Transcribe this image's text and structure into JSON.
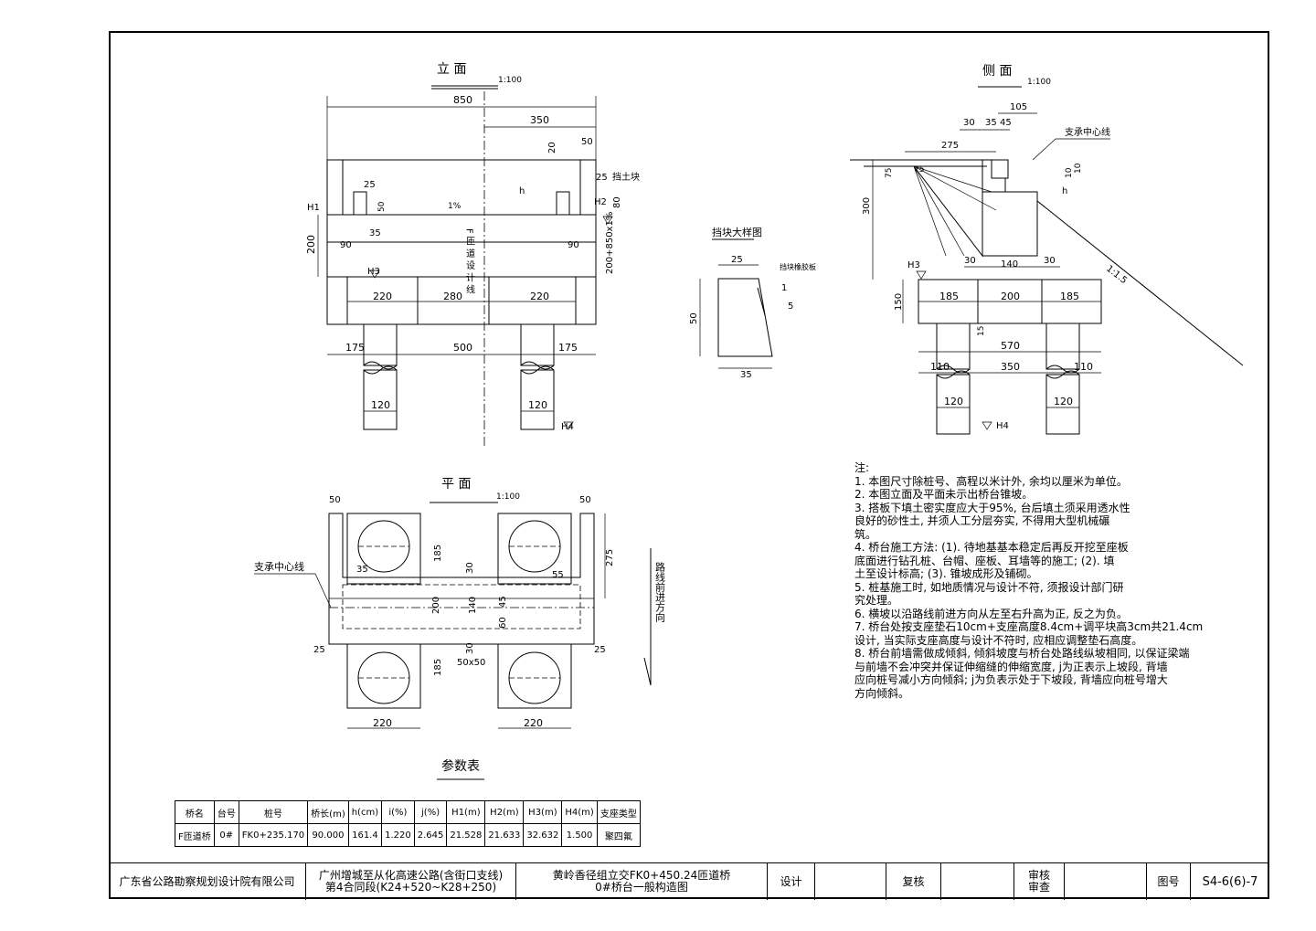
{
  "views": {
    "elevation": {
      "title": "立  面",
      "scale": "1:100"
    },
    "side": {
      "title": "侧  面",
      "scale": "1:100"
    },
    "plan": {
      "title": "平  面",
      "scale": "1:100"
    },
    "detail": {
      "title": "挡块大样图"
    }
  },
  "elevation_labels": {
    "overall": "850",
    "half": "350",
    "d50a": "50",
    "d20": "20",
    "d25a": "25",
    "block": "挡土块",
    "d25b": "25",
    "d50b": "50",
    "h1": "H1",
    "h2": "H2",
    "h3": "H3",
    "h4": "H4",
    "d35": "35",
    "d90a": "90",
    "d90b": "90",
    "d200": "200",
    "d80": "80",
    "slope": "1%",
    "h": "h",
    "rdesign": "200+850x1%",
    "b220a": "220",
    "b280": "280",
    "b220b": "220",
    "d175a": "175",
    "d500": "500",
    "d175b": "175",
    "p120a": "120",
    "p120b": "120",
    "vline": "F 匝 道 设 计 线"
  },
  "detail_labels": {
    "d25": "25",
    "d50": "50",
    "d35": "35",
    "slope": "1",
    "slope2": "5",
    "note": "挡块橡胶板"
  },
  "side_labels": {
    "d105": "105",
    "d30": "30",
    "d35": "35",
    "d45": "45",
    "d275": "275",
    "d75a": "75",
    "d75b": "75",
    "d10a": "10",
    "d10b": "10",
    "d300": "300",
    "h": "h",
    "bearing": "支承中心线",
    "slope": "1:1.5",
    "d30a": "30",
    "d140": "140",
    "d30b": "30",
    "h3": "H3",
    "d150": "150",
    "d185a": "185",
    "d200": "200",
    "d185b": "185",
    "d15": "15",
    "d570": "570",
    "d110a": "110",
    "d350": "350",
    "d110b": "110",
    "p120a": "120",
    "p120b": "120",
    "h4": "H4"
  },
  "plan_labels": {
    "d50a": "50",
    "d50b": "50",
    "d185a": "185",
    "d185b": "185",
    "d275": "275",
    "d35": "35",
    "d30": "30",
    "d55": "55",
    "d200": "200",
    "d140": "140",
    "d60": "60",
    "d45": "45",
    "d30b": "30",
    "d25a": "25",
    "d25b": "25",
    "d50x50": "50x50",
    "d220a": "220",
    "d220b": "220",
    "bearing": "支承中心线",
    "direction": "路线前进方向"
  },
  "notes": {
    "head": "注:",
    "items": [
      "1. 本图尺寸除桩号、高程以米计外, 余均以厘米为单位。",
      "2. 本图立面及平面未示出桥台锥坡。",
      "3. 搭板下填土密实度应大于95%, 台后填土须采用透水性",
      "   良好的砂性土, 并须人工分层夯实, 不得用大型机械碾",
      "   筑。",
      "4. 桥台施工方法: (1). 待地基基本稳定后再反开挖至座板",
      "   底面进行钻孔桩、台帽、座板、耳墙等的施工; (2). 填",
      "   土至设计标高; (3). 锥坡成形及铺砌。",
      "5. 桩基施工时, 如地质情况与设计不符, 须报设计部门研",
      "   究处理。",
      "6. 横坡以沿路线前进方向从左至右升高为正, 反之为负。",
      "7. 桥台处按支座垫石10cm+支座高度8.4cm+调平块高3cm共21.4cm",
      "   设计, 当实际支座高度与设计不符时, 应相应调整垫石高度。",
      "8. 桥台前墙需做成倾斜, 倾斜坡度与桥台处路线纵坡相同, 以保证梁端",
      "   与前墙不会冲突并保证伸缩缝的伸缩宽度, j为正表示上坡段, 背墙",
      "   应向桩号减小方向倾斜; j为负表示处于下坡段, 背墙应向桩号增大",
      "   方向倾斜。"
    ]
  },
  "param_table": {
    "title": "参数表",
    "headers": [
      "桥名",
      "台号",
      "桩号",
      "桥长(m)",
      "h(cm)",
      "i(%)",
      "j(%)",
      "H1(m)",
      "H2(m)",
      "H3(m)",
      "H4(m)",
      "支座类型"
    ],
    "row": [
      "F匝道桥",
      "0#",
      "FK0+235.170",
      "90.000",
      "161.4",
      "1.220",
      "2.645",
      "21.528",
      "21.633",
      "32.632",
      "1.500",
      "聚四氟"
    ]
  },
  "title_block": {
    "company": "广东省公路勘察规划设计院有限公司",
    "project_line1": "广州增城至从化高速公路(含街口支线)",
    "project_line2": "第4合同段(K24+520~K28+250)",
    "drawing_line1": "黄岭香径组立交FK0+450.24匝道桥",
    "drawing_line2": "0#桥台一般构造图",
    "design": "设计",
    "review": "复核",
    "audit1": "审核",
    "audit2": "审查",
    "drawing_no_label": "图号",
    "drawing_no": "S4-6(6)-7"
  }
}
